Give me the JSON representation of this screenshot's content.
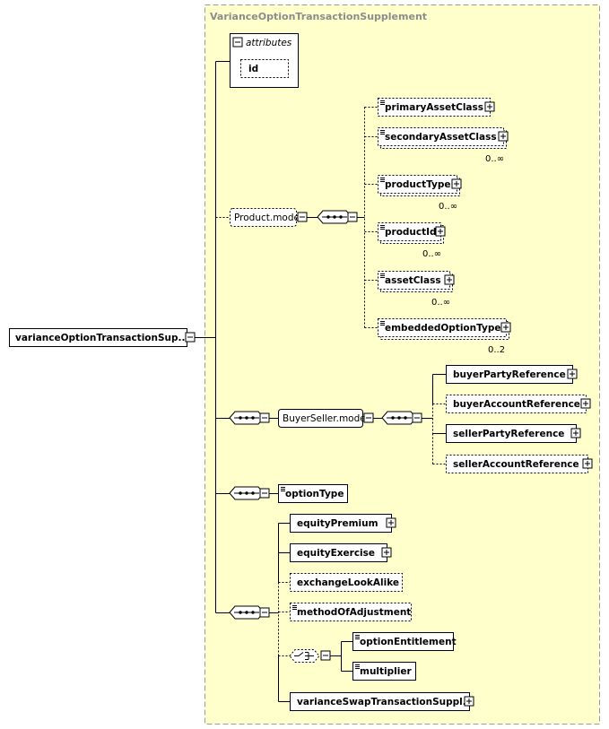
{
  "diagram": {
    "root": "varianceOptionTransactionSup...",
    "group_title": "VarianceOptionTransactionSupplement",
    "attributes": {
      "label": "attributes",
      "items": [
        "id"
      ]
    },
    "product_group": {
      "label": "Product.model"
    },
    "product_children": [
      {
        "label": "primaryAssetClass",
        "cardinality": ""
      },
      {
        "label": "secondaryAssetClass",
        "cardinality": "0..∞"
      },
      {
        "label": "productType",
        "cardinality": "0..∞"
      },
      {
        "label": "productId",
        "cardinality": "0..∞"
      },
      {
        "label": "assetClass",
        "cardinality": "0..∞"
      },
      {
        "label": "embeddedOptionType",
        "cardinality": "0..2"
      }
    ],
    "buyerseller_group": {
      "label": "BuyerSeller.model"
    },
    "buyerseller_children": [
      {
        "label": "buyerPartyReference"
      },
      {
        "label": "buyerAccountReference"
      },
      {
        "label": "sellerPartyReference"
      },
      {
        "label": "sellerAccountReference"
      }
    ],
    "option_type": {
      "label": "optionType"
    },
    "last_seq_children": [
      {
        "label": "equityPremium"
      },
      {
        "label": "equityExercise"
      },
      {
        "label": "exchangeLookAlike"
      },
      {
        "label": "methodOfAdjustment"
      }
    ],
    "choice_children": [
      {
        "label": "optionEntitlement"
      },
      {
        "label": "multiplier"
      }
    ],
    "last_item": {
      "label": "varianceSwapTransactionSuppl..."
    }
  },
  "colors": {
    "group_fill": "#ffffcc",
    "group_border": "#9c9c9c",
    "title": "#8c8c8c",
    "element_fill": "#ffffff"
  }
}
